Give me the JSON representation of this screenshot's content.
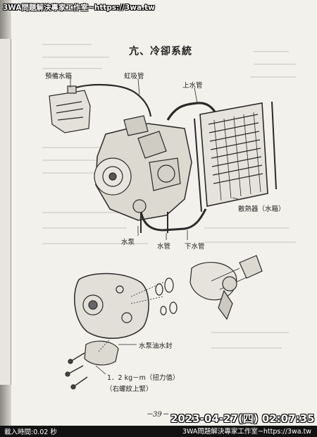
{
  "watermark": "3WA問題解決專家工作室~https://3wa.tw",
  "section_title": "亢、冷卻系統",
  "labels": {
    "reserve_tank": "預備水箱",
    "siphon_hose": "虹吸管",
    "upper_hose": "上水管",
    "radiator": "散熱器（水箱）",
    "water_pump": "水泵",
    "water_pipe": "水管",
    "lower_hose": "下水管",
    "pump_seal": "水泵油水封",
    "torque_value": "1．2 kg－m（扭力值）",
    "thread_lock": "（右螺紋上緊）"
  },
  "page_number": "－39－",
  "overlay": {
    "timestamp": "2023-04-27(四) 02:07:35",
    "site": "3WA問題解決專家工作室~https://3wa.tw",
    "load_time": "載入時間:0.02 秒"
  }
}
